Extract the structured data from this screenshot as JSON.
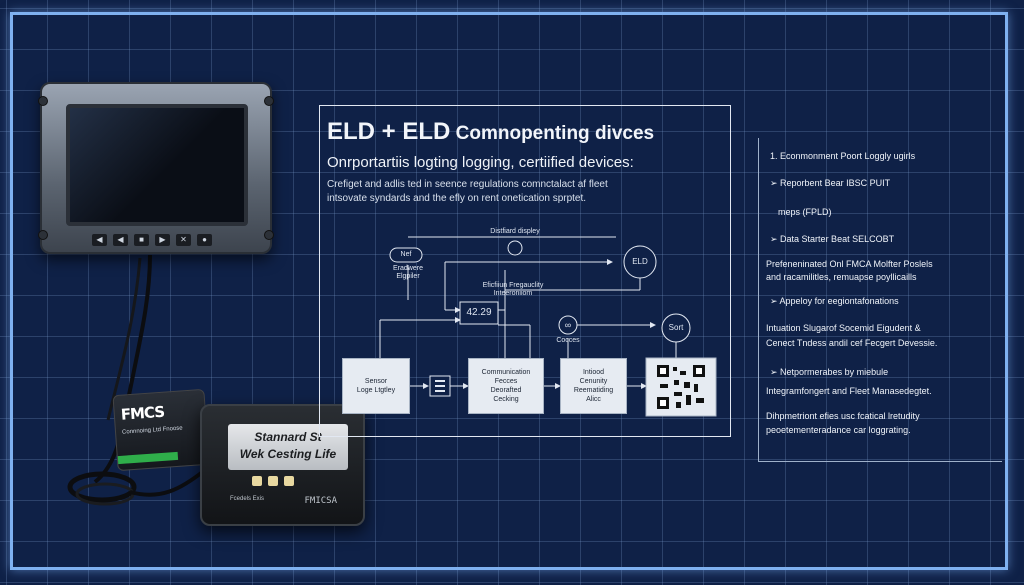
{
  "diagram": {
    "title_big": "ELD + ELD",
    "title_rest": " Comnopenting divces",
    "subtitle": "Onrportartiis logting logging, certiified devices:",
    "desc_line1": "Crefiget and adlis ted in seence regulations comnctalact af fleet",
    "desc_line2": "intsovate syndards and the efly on rent onetication sprptet.",
    "label_displays": "Distfiard displey",
    "label_oval": "Nef",
    "label_hardware_1": "Eradwere",
    "label_hardware_2": "Elgpiler",
    "label_freq_1": "Eficfiiun Fregauclity",
    "label_freq_2": "Inteeroniiom",
    "label_value": "42.29",
    "label_eld": "ELD",
    "label_sort": "Sort",
    "label_circle_mid": "Cocces",
    "box_sensor_1": "Sensor",
    "box_sensor_2": "Loge Ltgtley",
    "box_comm_1": "Communication",
    "box_comm_2": "Fecces",
    "box_comm_3": "Deorafted",
    "box_comm_4": "Cecking",
    "box_infod_1": "Intiood",
    "box_infod_2": "Cenunity",
    "box_infod_3": "Reematiding",
    "box_infod_4": "Alicc"
  },
  "devices": {
    "tablet_buttons": [
      "◀",
      "◀",
      "■",
      "▶",
      "✕",
      "●"
    ],
    "fmcs_label": "FMCS",
    "fmcs_sub": "Connnoing Ltd Fnoose",
    "box_label_1": "Stannard St",
    "box_label_2": "Wek Cesting Life",
    "box_small_left": "Fcedels Exis",
    "box_small_right": "FMICSA"
  },
  "right_list": [
    "1.  Econmonment Poort Loggly ugirls",
    "➢  Reporbent Bear IBSC PUIT",
    "meps (FPLD)",
    "➢  Data Starter Beat SELCOBT",
    "Prefeneninated Onl FMCA Molfter Poslels",
    "and racamilitles, remuapse poyllicaills",
    "➢  Appeloy for eegiontafonations",
    "Intuation Slugarof Socemid Eigudent &",
    "Cenect Tndess andil cef Fecgert Devessie.",
    "➢  Netpormerabes by miebule",
    "Integramfongert and Fleet Manasedegtet.",
    "Dihpmetriont efies usc fcatical lretudity",
    "peoetementeradance car loggrating."
  ],
  "colors": {
    "background": "#0f2147",
    "frame": "#7fb1f0",
    "panel_border": "#e2e8f2"
  },
  "icons": [
    "qr-code-icon",
    "list-document-icon",
    "wifi-signal-icon",
    "chain-link-icon"
  ]
}
